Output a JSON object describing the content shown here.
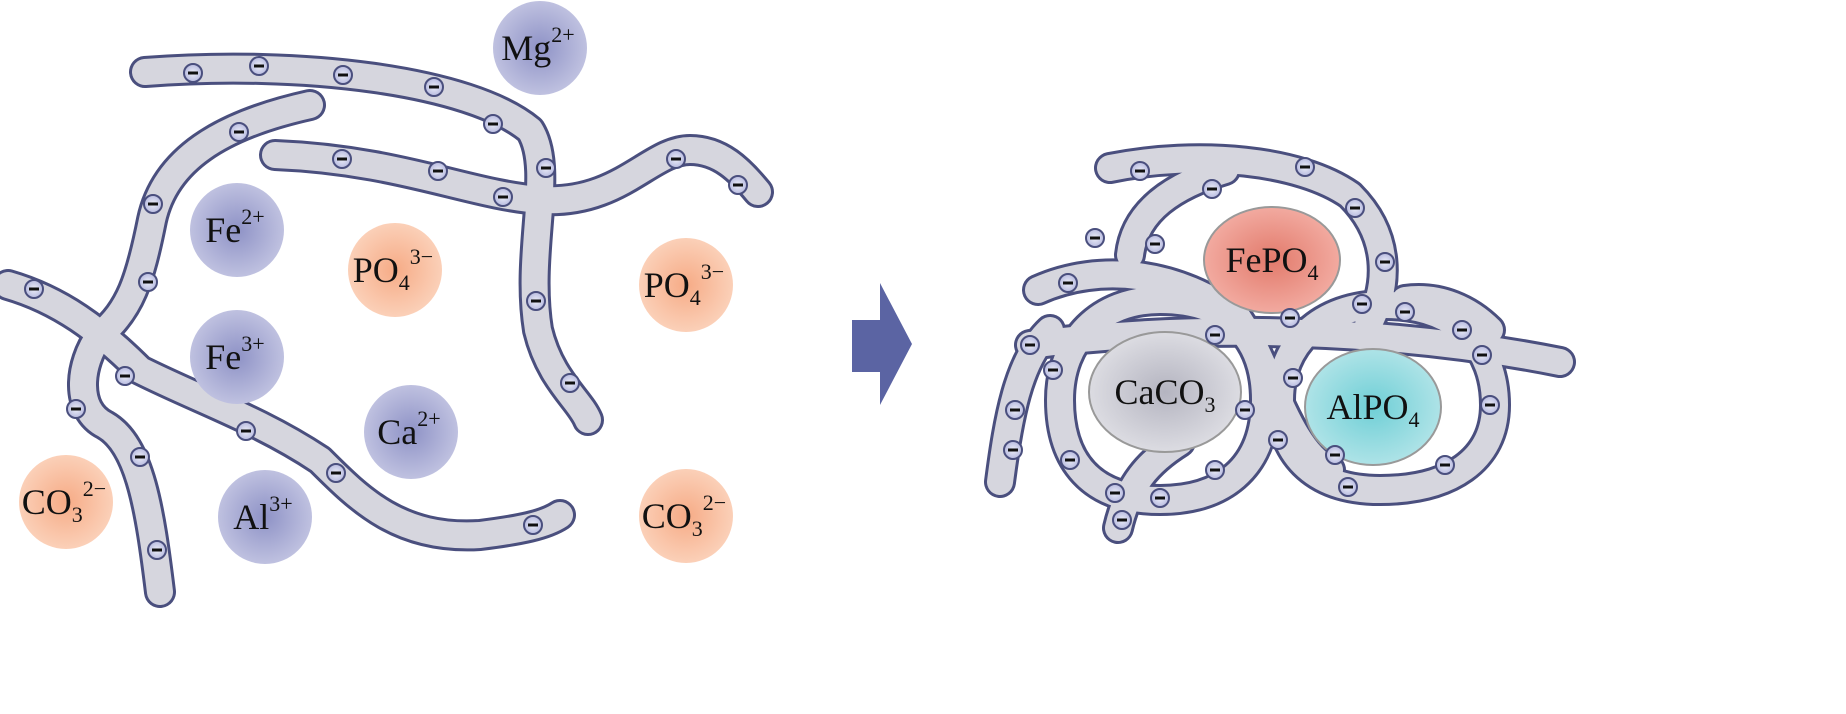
{
  "colors": {
    "fiber_fill": "#d6d6de",
    "fiber_outline": "#4a4f7e",
    "cation": "#a9acd6",
    "anion": "#f8c3a6",
    "arrow": "#5b64a3",
    "fepo4": "#e58a7c",
    "caco3": "#c3c3cc",
    "alpo4": "#8fd6dc"
  },
  "left_ions": [
    {
      "base": "Mg",
      "sub": "",
      "sup": "2+",
      "type": "cation"
    },
    {
      "base": "Fe",
      "sub": "",
      "sup": "2+",
      "type": "cation"
    },
    {
      "base": "PO",
      "sub": "4",
      "sup": "3−",
      "type": "anion"
    },
    {
      "base": "PO",
      "sub": "4",
      "sup": "3−",
      "type": "anion"
    },
    {
      "base": "Fe",
      "sub": "",
      "sup": "3+",
      "type": "cation"
    },
    {
      "base": "Ca",
      "sub": "",
      "sup": "2+",
      "type": "cation"
    },
    {
      "base": "Al",
      "sub": "",
      "sup": "3+",
      "type": "cation"
    },
    {
      "base": "CO",
      "sub": "3",
      "sup": "2−",
      "type": "anion"
    },
    {
      "base": "CO",
      "sub": "3",
      "sup": "2−",
      "type": "anion"
    }
  ],
  "precipitates": [
    {
      "base": "FePO",
      "sub": "4"
    },
    {
      "base": "CaCO",
      "sub": "3"
    },
    {
      "base": "AlPO",
      "sub": "4"
    }
  ],
  "charge_symbol": "−"
}
